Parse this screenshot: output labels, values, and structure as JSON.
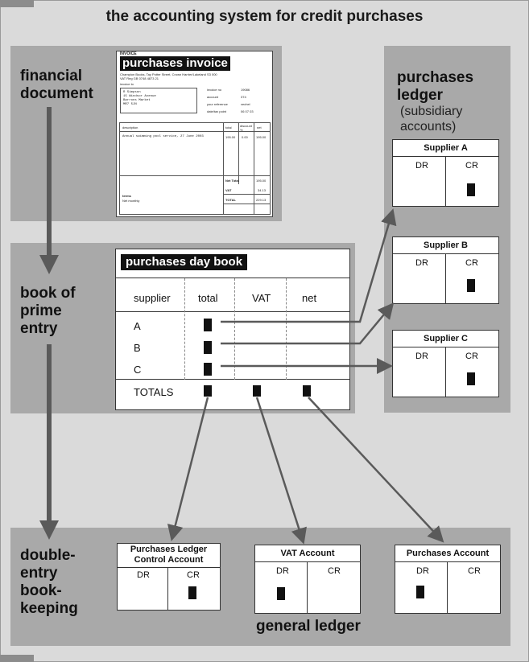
{
  "title": "the accounting system for credit purchases",
  "labels": {
    "financial_document": [
      "financial",
      "document"
    ],
    "book_prime_entry": [
      "book of",
      "prime",
      "entry"
    ],
    "double_entry": [
      "double-",
      "entry",
      "book-",
      "keeping"
    ],
    "purchases_ledger": [
      "purchases",
      "ledger"
    ],
    "purchases_ledger_sub": [
      "(subsidiary",
      "accounts)"
    ],
    "general_ledger": "general ledger"
  },
  "invoice": {
    "tag": "INVOICE",
    "title": "purchases invoice",
    "header_lines": "Champion Books, Tay Potter Street, Crown Harrier/Lakeland S3 000\nVAT Reg GB 0748 4873 21",
    "invoice_to": "invoice to",
    "address": "R Simpson\n15 Windsor Avenue\nBarrons Market\nMR7 5JN",
    "meta_labels": [
      "invoice no",
      "account",
      "your reference",
      "date/tax point"
    ],
    "meta_values": [
      "19086",
      "374",
      "vechel",
      "06 07 03"
    ],
    "cols": [
      "description",
      "total",
      "discount %",
      "net"
    ],
    "row": [
      "Annual swimming pool service, 27 June 2003",
      "195.00",
      "0.00",
      "195.00"
    ],
    "totals_labels": [
      "Net Total",
      "VAT",
      "TOTAL"
    ],
    "totals_values": [
      "195.00",
      "34.13",
      "229.13"
    ],
    "terms": "terms",
    "terms_value": "Net monthly"
  },
  "daybook": {
    "title": "purchases day book",
    "columns": [
      "supplier",
      "total",
      "VAT",
      "net"
    ],
    "rows": [
      "A",
      "B",
      "C"
    ],
    "totals": "TOTALS"
  },
  "supplier_accounts": [
    {
      "name": "Supplier A",
      "dr": "DR",
      "cr": "CR"
    },
    {
      "name": "Supplier B",
      "dr": "DR",
      "cr": "CR"
    },
    {
      "name": "Supplier C",
      "dr": "DR",
      "cr": "CR"
    }
  ],
  "general_accounts": [
    {
      "name": "Purchases Ledger Control Account",
      "dr": "DR",
      "cr": "CR"
    },
    {
      "name": "VAT Account",
      "dr": "DR",
      "cr": "CR"
    },
    {
      "name": "Purchases Account",
      "dr": "DR",
      "cr": "CR"
    }
  ],
  "colors": {
    "arrow": "#5a5a5a",
    "band": "#a9a9a9",
    "background": "#dadada"
  }
}
